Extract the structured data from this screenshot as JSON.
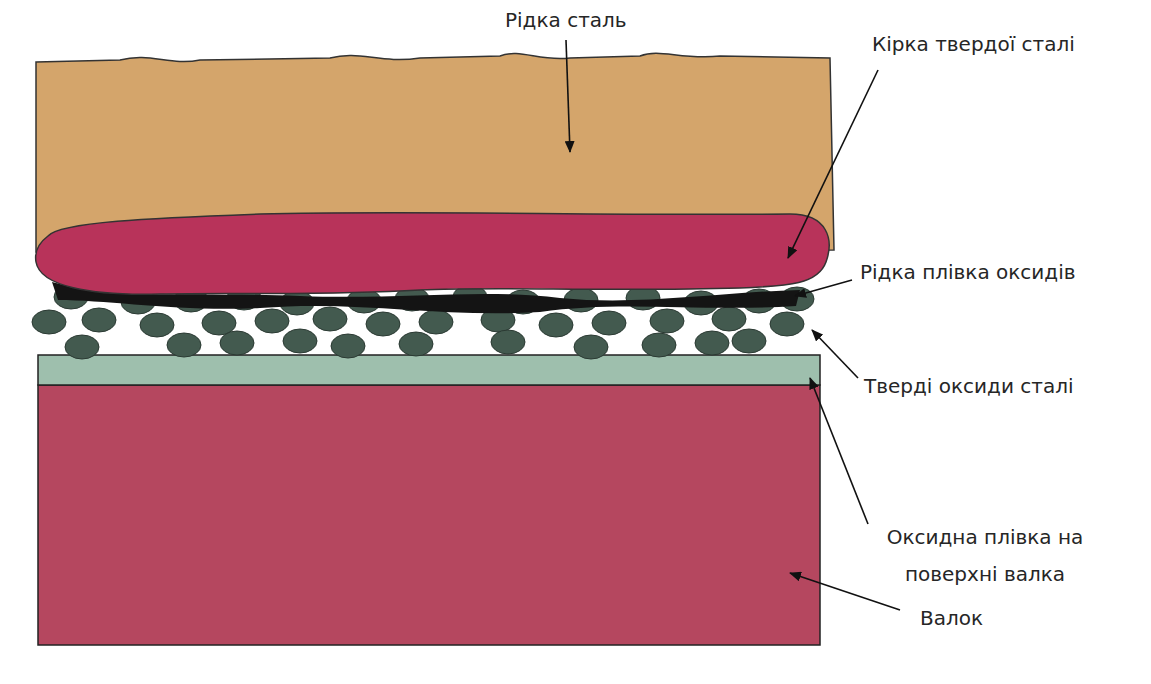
{
  "diagram": {
    "labels": [
      "Рідка сталь",
      "Кірка твердої сталі",
      "Рідка плівка оксидів",
      "Тверді оксиди сталі",
      "Оксидна плівка на поверхні валка",
      "Валок"
    ]
  }
}
